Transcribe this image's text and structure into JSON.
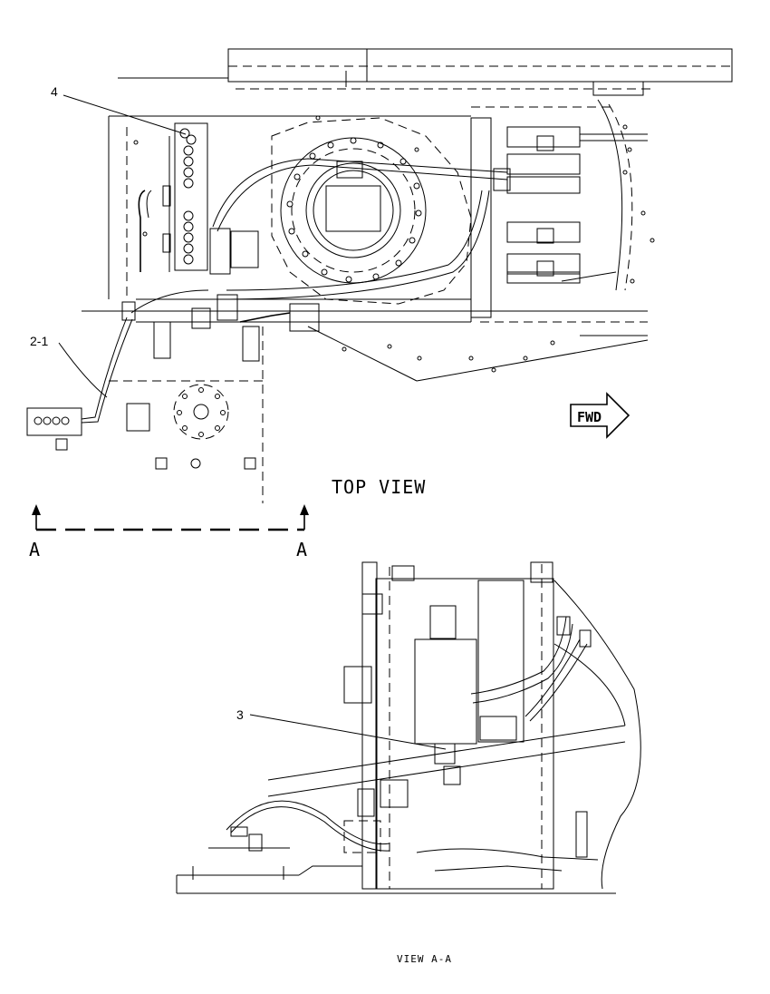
{
  "views": {
    "top_view_title": "TOP VIEW",
    "section_view_title": "VIEW A-A"
  },
  "section_markers": {
    "left": "A",
    "right": "A"
  },
  "direction_arrow": {
    "label": "FWD"
  },
  "callouts": [
    {
      "id": "callout-4",
      "label": "4"
    },
    {
      "id": "callout-2-1",
      "label": "2-1"
    },
    {
      "id": "callout-3",
      "label": "3"
    }
  ]
}
